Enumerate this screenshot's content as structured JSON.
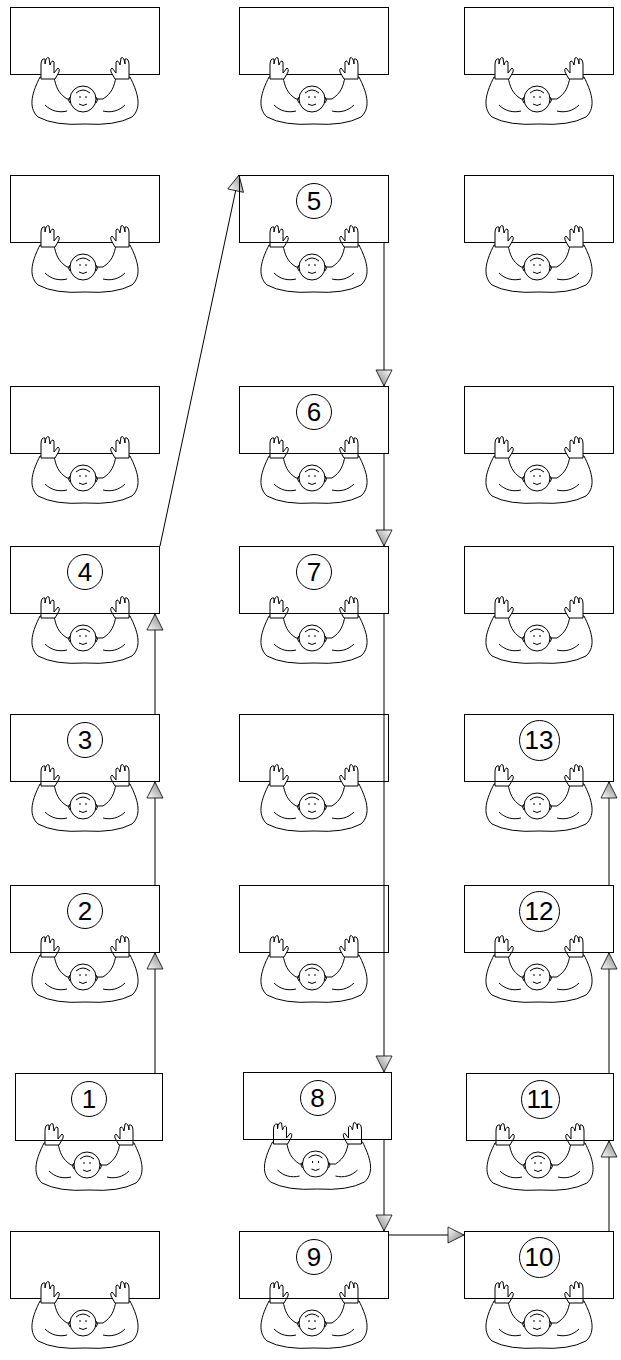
{
  "diagram": {
    "nodes": [
      {
        "text": [
          "1"
        ]
      },
      {
        "text": [
          "2"
        ]
      },
      {
        "text": [
          "3"
        ]
      },
      {
        "text": [
          "4"
        ]
      },
      {
        "text": [
          "5"
        ]
      },
      {
        "text": [
          "6"
        ]
      },
      {
        "text": [
          "7"
        ]
      },
      {
        "text": [
          "8"
        ]
      },
      {
        "text": [
          "9"
        ]
      },
      {
        "text": [
          "10"
        ]
      },
      {
        "text": [
          "11"
        ]
      },
      {
        "text": [
          "12"
        ]
      },
      {
        "text": [
          "13"
        ]
      }
    ],
    "edges": [
      {
        "from": 0,
        "to": 1,
        "arrow": "to"
      },
      {
        "from": 1,
        "to": 2,
        "arrow": "to"
      },
      {
        "from": 2,
        "to": 3,
        "arrow": "to"
      },
      {
        "from": 3,
        "to": 4,
        "arrow": "to"
      },
      {
        "from": 4,
        "to": 5,
        "arrow": "to"
      },
      {
        "from": 5,
        "to": 6,
        "arrow": "to"
      },
      {
        "from": 6,
        "to": 7,
        "arrow": "to"
      },
      {
        "from": 7,
        "to": 8,
        "arrow": "to"
      },
      {
        "from": 8,
        "to": 9,
        "arrow": "to"
      },
      {
        "from": 9,
        "to": 10,
        "arrow": "to"
      },
      {
        "from": 10,
        "to": 11,
        "arrow": "to"
      },
      {
        "from": 11,
        "to": 12,
        "arrow": "to"
      }
    ]
  }
}
